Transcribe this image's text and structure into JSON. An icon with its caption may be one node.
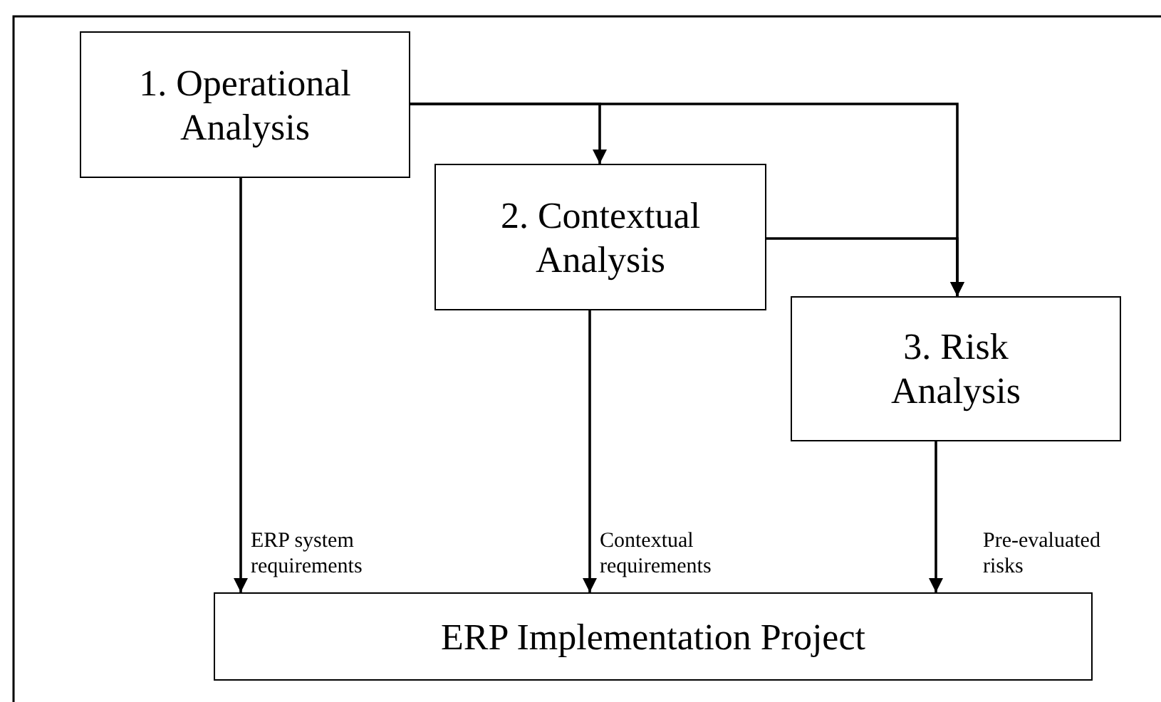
{
  "diagram": {
    "nodes": [
      {
        "text": [
          "1. Operational Analysis"
        ]
      },
      {
        "text": [
          "2. Contextual Analysis"
        ]
      },
      {
        "text": [
          "3. Risk Analysis"
        ]
      },
      {
        "text": [
          "ERP Implementation Project"
        ]
      }
    ],
    "edges": [
      {
        "from": 0,
        "to": 1,
        "arrow": "to"
      },
      {
        "from": 0,
        "to": 2,
        "arrow": "to"
      },
      {
        "from": 1,
        "to": 2,
        "arrow": "to"
      },
      {
        "from": 0,
        "to": 3,
        "arrow": "to",
        "label": "ERP system requirements"
      },
      {
        "from": 1,
        "to": 3,
        "arrow": "to",
        "label": "Contextual requirements"
      },
      {
        "from": 2,
        "to": 3,
        "arrow": "to",
        "label": "Pre-evaluated risks"
      }
    ]
  }
}
